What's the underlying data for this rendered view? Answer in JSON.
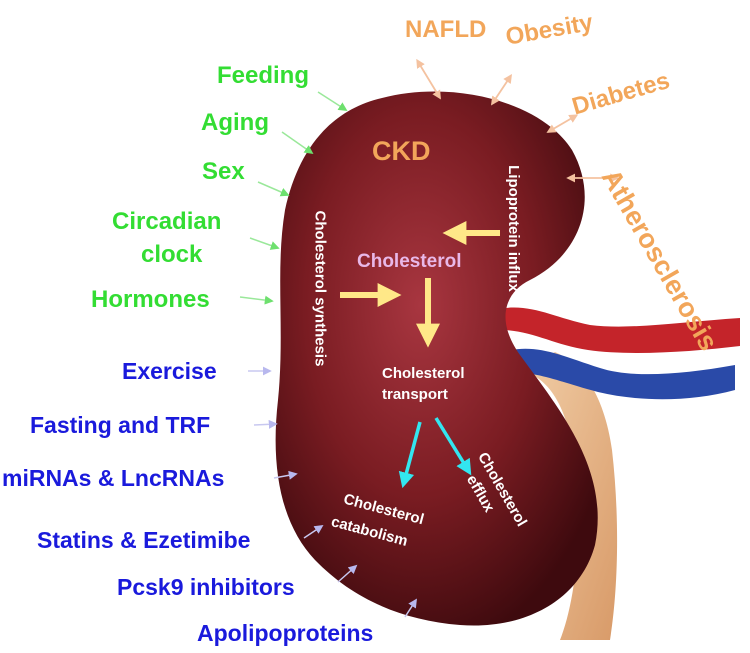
{
  "center": {
    "label": "CKD",
    "hub": "Cholesterol"
  },
  "processes": {
    "synthesis": "Cholesterol synthesis",
    "influx": "Lipoprotein influx",
    "transport_line1": "Cholesterol",
    "transport_line2": "transport",
    "catabolism_line1": "Cholesterol",
    "catabolism_line2": "catabolism",
    "efflux_line1": "Cholesterol",
    "efflux_line2": "efflux"
  },
  "diseases": [
    "NAFLD",
    "Obesity",
    "Diabetes",
    "Atherosclerosis"
  ],
  "physiological_factors": [
    "Feeding",
    "Aging",
    "Sex",
    "Circadian",
    "clock",
    "Hormones"
  ],
  "interventions": [
    "Exercise",
    "Fasting and TRF",
    "miRNAs & LncRNAs",
    "Statins & Ezetimibe",
    "Pcsk9 inhibitors",
    "Apolipoproteins"
  ],
  "colors": {
    "kidney": "#7a1c22",
    "physiological": "#33dd33",
    "intervention": "#1a1adc",
    "disease": "#f2a65a",
    "yellow_arrow": "#ffe888",
    "cyan_arrow": "#33e6f0",
    "artery": "#c4242a",
    "vein": "#2a4aa8",
    "ureter": "#e8b888"
  }
}
